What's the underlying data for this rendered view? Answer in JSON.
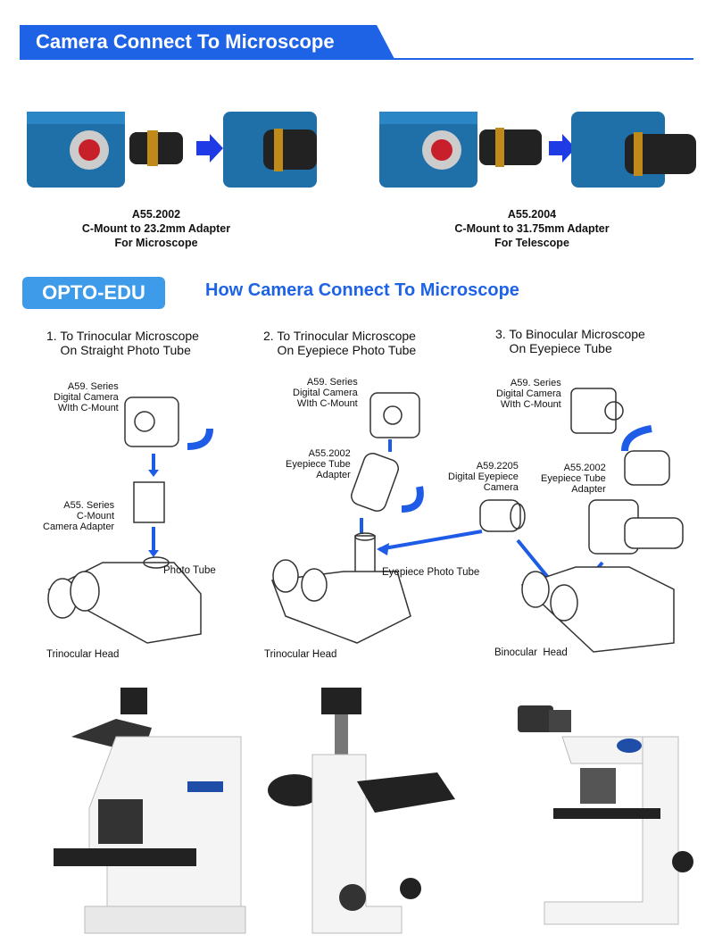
{
  "banner": {
    "title": "Camera Connect To Microscope"
  },
  "products": [
    {
      "code": "A55.2002",
      "desc": "C-Mount to 23.2mm Adapter",
      "use": "For Microscope"
    },
    {
      "code": "A55.2004",
      "desc": "C-Mount to 31.75mm Adapter",
      "use": "For Telescope"
    }
  ],
  "brand": "OPTO-EDU",
  "heading": "How Camera Connect To Microscope",
  "columns": [
    {
      "title": "1. To Trinocular Microscope\n    On Straight Photo Tube",
      "camera": "A59. Series\nDigital Camera\nWIth C-Mount",
      "adapter": "A55. Series\nC-Mount\nCamera Adapter",
      "tube": "Photo Tube",
      "head": "Trinocular Head"
    },
    {
      "title": "2. To Trinocular Microscope\n    On Eyepiece Photo Tube",
      "camera": "A59. Series\nDigital Camera\nWIth C-Mount",
      "adapter": "A55.2002\nEyepiece Tube\nAdapter",
      "tube": "Eyepiece Photo Tube",
      "head": "Trinocular Head"
    },
    {
      "title": "3. To Binocular Microscope\n    On Eyepiece Tube",
      "camera": "A59. Series\nDigital Camera\nWIth C-Mount",
      "adapter": "A55.2002\nEyepiece Tube\nAdapter",
      "eyecam": "A59.2205\nDigital Eyepiece\nCamera",
      "head": "Binocular  Head"
    }
  ],
  "colors": {
    "accent": "#1e63e6",
    "badge": "#3d9be9",
    "camera": "#1f6fa8"
  }
}
